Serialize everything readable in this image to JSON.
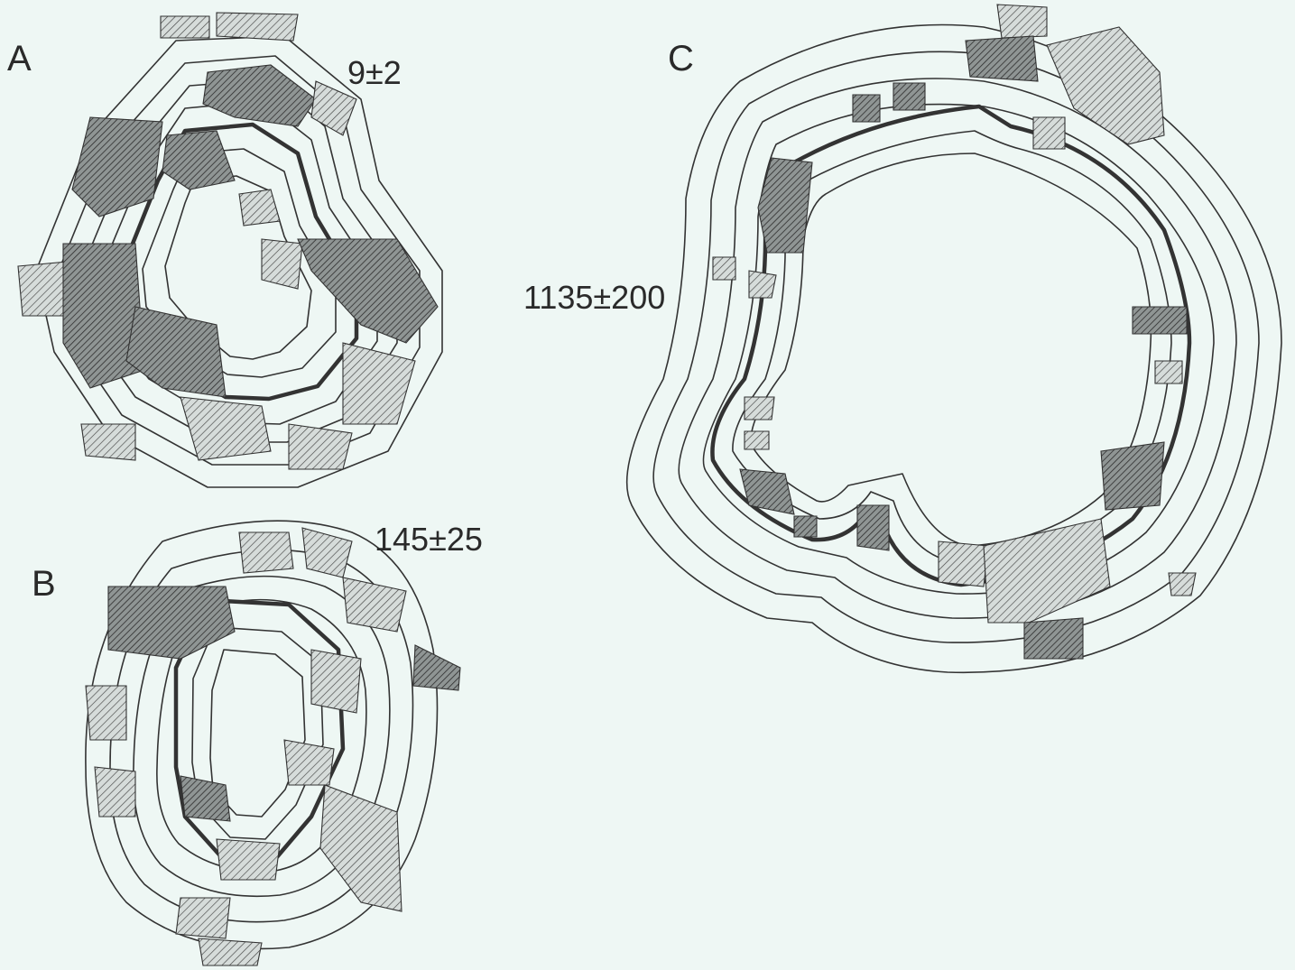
{
  "panels": [
    {
      "id": "A",
      "label": "A",
      "value": "9±2"
    },
    {
      "id": "B",
      "label": "B",
      "value": "145±25"
    },
    {
      "id": "C",
      "label": "C",
      "value": "1135±200"
    }
  ],
  "colors": {
    "background": "#eef7f4",
    "ink": "#333333",
    "hatch_fill": "#9a9a9a"
  }
}
